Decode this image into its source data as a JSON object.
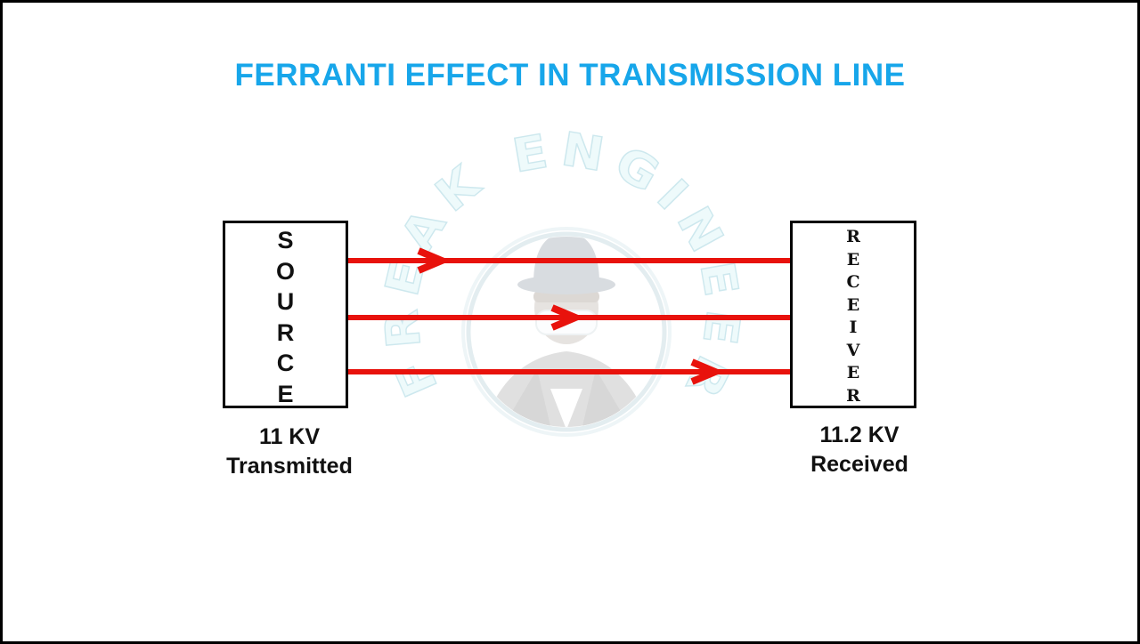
{
  "colors": {
    "title": "#17a6ea",
    "line": "#e8120c",
    "text": "#111111",
    "border": "#000000",
    "watermark_fill": "#eefafb",
    "watermark_stroke": "#cde8ee"
  },
  "header": {
    "title": "FERRANTI EFFECT IN TRANSMISSION LINE"
  },
  "diagram": {
    "source": {
      "box_label": "SOURCE",
      "caption_value": "11 KV",
      "caption_label": "Transmitted"
    },
    "receiver": {
      "box_label": "RECEIVER",
      "caption_value": "11.2 KV",
      "caption_label": "Received"
    },
    "transmission_lines": {
      "count": 3,
      "direction": "source-to-receiver"
    }
  },
  "watermark": {
    "text": "FREAK ENGINEER"
  }
}
